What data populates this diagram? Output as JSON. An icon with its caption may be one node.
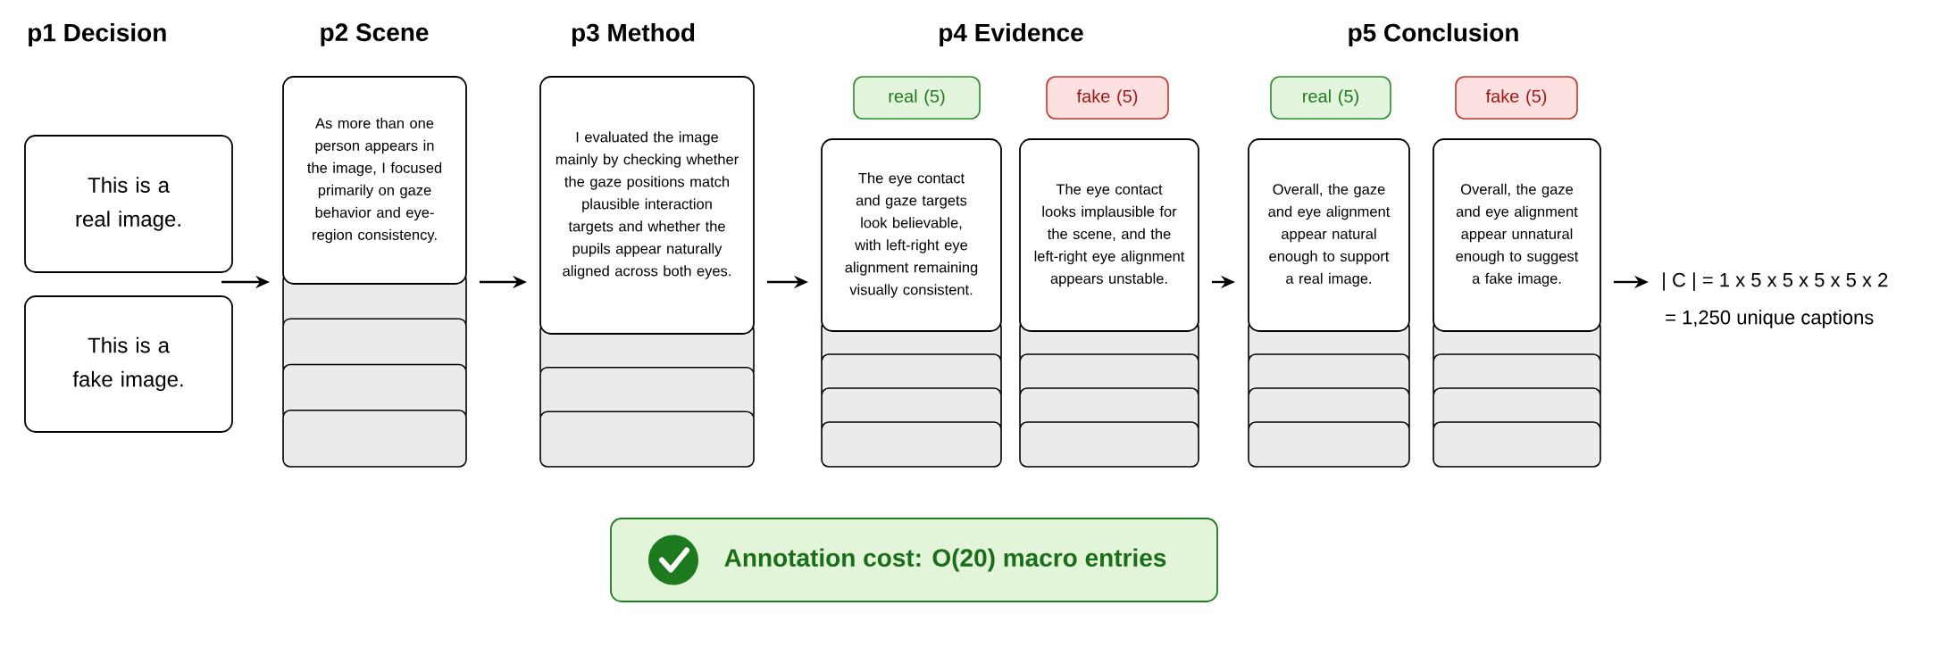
{
  "diagram": {
    "nodes": [
      {
        "text": [
          "This is a real image."
        ]
      },
      {
        "text": [
          "This is a fake image."
        ]
      },
      {
        "text": [
          "As more than one person appears in the image, I focused primarily on gaze behavior and eye-region consistency."
        ]
      },
      {
        "text": [
          "I evaluated the image mainly by checking whether the gaze positions match plausible interaction targets and whether the pupils appear naturally aligned across both eyes."
        ]
      },
      {
        "text": [
          "real (5)"
        ]
      },
      {
        "text": [
          "fake (5)"
        ]
      },
      {
        "text": [
          "The eye contact and gaze targets look believable, with left-right eye alignment remaining visually consistent."
        ]
      },
      {
        "text": [
          "The eye contact looks implausible for the scene, and the left-right eye alignment appears unstable."
        ]
      },
      {
        "text": [
          "real (5)"
        ]
      },
      {
        "text": [
          "fake (5)"
        ]
      },
      {
        "text": [
          "Overall, the gaze and eye alignment appear natural enough to support a real image."
        ]
      },
      {
        "text": [
          "Overall, the gaze and eye alignment appear unnatural enough to suggest a fake image."
        ]
      },
      {
        "text": [
          "| C |  =  1 x 5 x 5 x 5 x 5 x 2",
          "=  1,250 unique captions"
        ]
      },
      {
        "text": [
          "Annotation cost: O(20) macro entries"
        ]
      }
    ],
    "edges": [
      {
        "from": 0,
        "to": 2,
        "arrow": "to"
      },
      {
        "from": 1,
        "to": 2,
        "arrow": "to"
      },
      {
        "from": 2,
        "to": 3,
        "arrow": "to"
      },
      {
        "from": 3,
        "to": 6,
        "arrow": "to"
      },
      {
        "from": 7,
        "to": 10,
        "arrow": "to"
      },
      {
        "from": 11,
        "to": 12,
        "arrow": "to"
      }
    ],
    "labels": [
      "p1 Decision",
      "p2 Scene",
      "p3 Method",
      "p4 Evidence",
      "p5 Conclusion"
    ]
  }
}
